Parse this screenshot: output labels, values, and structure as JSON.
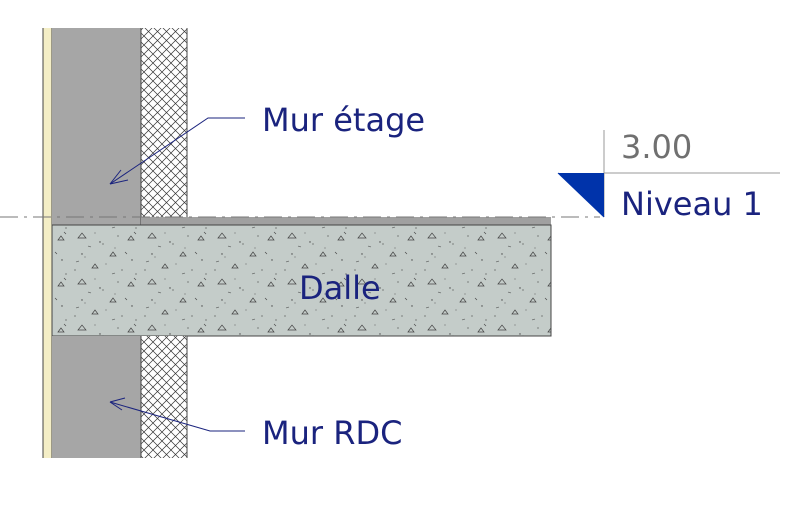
{
  "labels": {
    "upper_wall": "Mur étage",
    "slab": "Dalle",
    "lower_wall": "Mur RDC"
  },
  "level_marker": {
    "elevation": "3.00",
    "name": "Niveau 1"
  },
  "colors": {
    "wall_fill": "#a6a6a6",
    "slab_fill": "#c4ccc9",
    "finish_strip": "#f4eec6",
    "label_text": "#1a237e",
    "marker_blue": "#0033aa",
    "elevation_text": "#707070"
  }
}
